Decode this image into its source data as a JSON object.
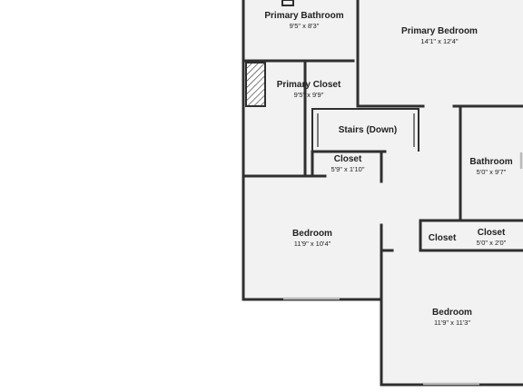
{
  "colors": {
    "wall": "#2f2f2f",
    "floor": "#f2f2f2",
    "background": "#ffffff",
    "window": "#b9b9b9"
  },
  "rooms": [
    {
      "id": "primary-bathroom",
      "name": "Primary Bathroom",
      "dimensions": "9'5\" x 8'3\""
    },
    {
      "id": "primary-bedroom",
      "name": "Primary Bedroom",
      "dimensions": "14'1\" x 12'4\""
    },
    {
      "id": "primary-closet",
      "name": "Primary Closet",
      "dimensions": "9'5\" x 9'9\""
    },
    {
      "id": "stairs",
      "name": "Stairs (Down)",
      "dimensions": ""
    },
    {
      "id": "hall-closet",
      "name": "Closet",
      "dimensions": "5'9\" x 1'10\""
    },
    {
      "id": "bathroom",
      "name": "Bathroom",
      "dimensions": "5'0\" x 9'7\""
    },
    {
      "id": "bedroom-left",
      "name": "Bedroom",
      "dimensions": "11'9\" x 10'4\""
    },
    {
      "id": "small-closet",
      "name": "Closet",
      "dimensions": ""
    },
    {
      "id": "closet-right",
      "name": "Closet",
      "dimensions": "5'0\" x 2'0\""
    },
    {
      "id": "bedroom-bottom",
      "name": "Bedroom",
      "dimensions": "11'9\" x 11'3\""
    }
  ]
}
